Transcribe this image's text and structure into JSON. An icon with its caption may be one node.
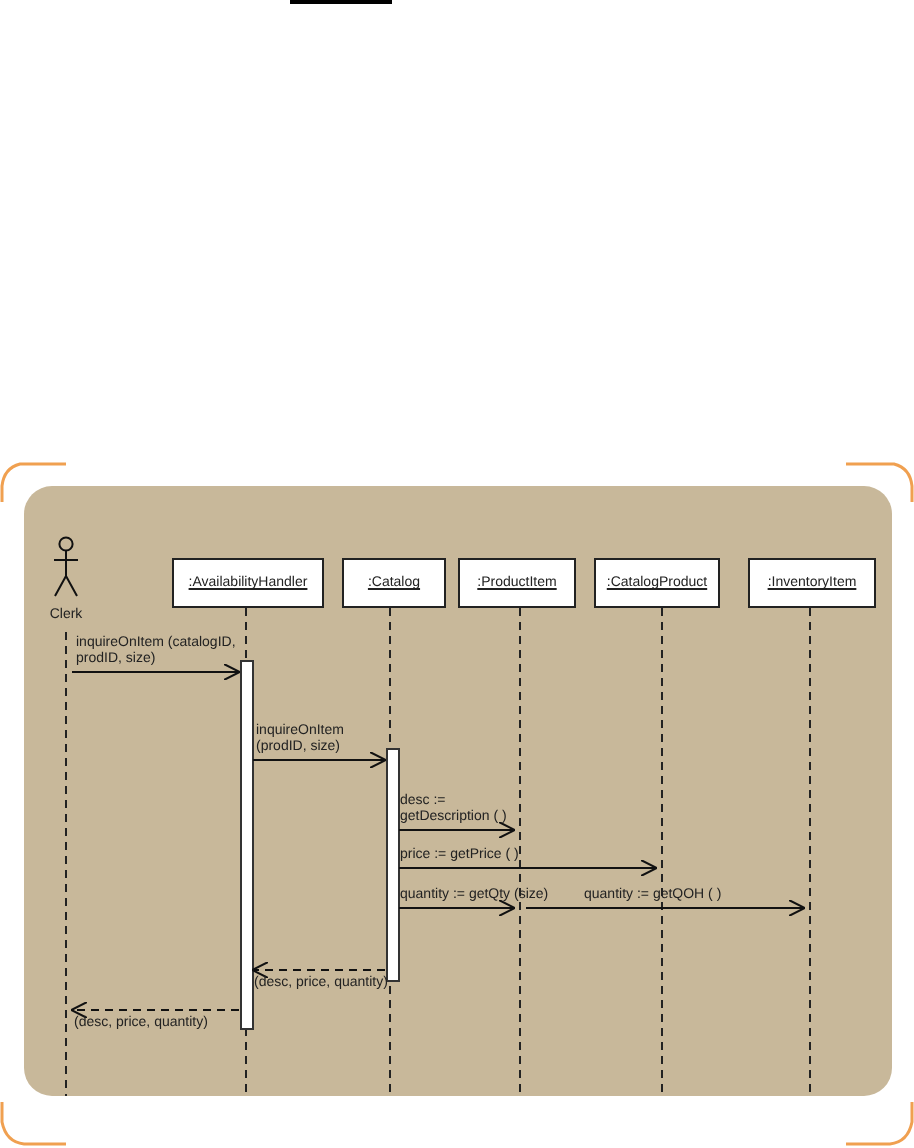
{
  "diagram": {
    "nodes": [
      {
        "text": [
          "Clerk"
        ]
      },
      {
        "text": [
          ":AvailabilityHandler"
        ]
      },
      {
        "text": [
          ":Catalog"
        ]
      },
      {
        "text": [
          ":ProductItem"
        ]
      },
      {
        "text": [
          ":CatalogProduct"
        ]
      },
      {
        "text": [
          ":InventoryItem"
        ]
      },
      {
        "text": [],
        "shape": "lifeline"
      },
      {
        "text": [],
        "shape": "lifeline"
      },
      {
        "text": [],
        "shape": "lifeline"
      },
      {
        "text": [],
        "shape": "lifeline"
      },
      {
        "text": [],
        "shape": "lifeline"
      },
      {
        "text": [],
        "shape": "lifeline"
      },
      {
        "text": [],
        "shape": "bar"
      },
      {
        "text": [],
        "shape": "bar"
      }
    ],
    "edges": [
      {
        "from": 6,
        "to": 12,
        "arrow": "to",
        "label": "inquireOnItem (catalogID, prodID, size)"
      },
      {
        "from": 12,
        "to": 13,
        "arrow": "to",
        "label": "inquireOnItem (prodID, size)"
      },
      {
        "from": 13,
        "to": 9,
        "arrow": "to",
        "label": "desc := getDescription ( )"
      },
      {
        "from": 13,
        "to": 10,
        "arrow": "to",
        "label": "price := getPrice ( )"
      },
      {
        "from": 13,
        "to": 9,
        "arrow": "to",
        "label": "quantity := getQty (size)"
      },
      {
        "from": 9,
        "to": 11,
        "arrow": "to",
        "label": "quantity := getQOH ( )"
      },
      {
        "from": 13,
        "to": 12,
        "arrow": "to",
        "label": "(desc, price, quantity)",
        "style": "dashed"
      },
      {
        "from": 12,
        "to": 6,
        "arrow": "to",
        "label": "(desc, price, quantity)",
        "style": "dashed"
      }
    ]
  }
}
